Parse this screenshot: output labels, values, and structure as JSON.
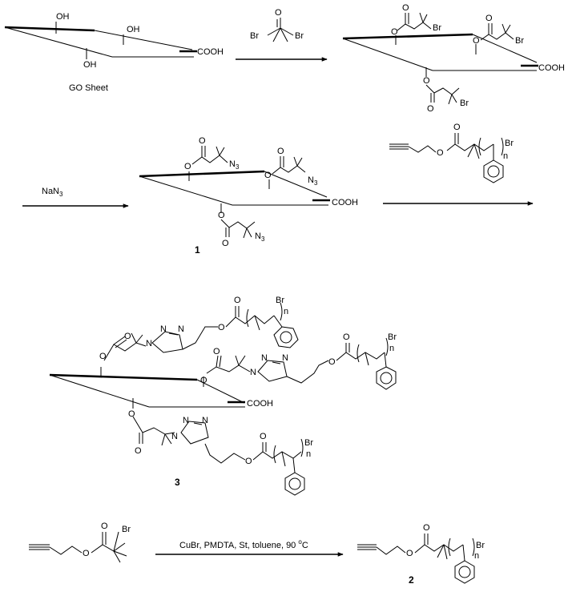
{
  "scheme": {
    "go_sheet_label": "GO Sheet",
    "labels": {
      "oh": "OH",
      "cooh": "COOH",
      "br": "Br",
      "n_atom": "N",
      "n_sub_3": "3",
      "n_repeat": "n",
      "o_atom": "O"
    },
    "reagents": {
      "nan3": "NaN",
      "nan3_sub": "3",
      "atrp_conditions": "CuBr, PMDTA, St, toluene, 90 ",
      "atrp_degree": "o",
      "atrp_unit": "C"
    },
    "compounds": {
      "c1": "1",
      "c2": "2",
      "c3": "3"
    }
  }
}
